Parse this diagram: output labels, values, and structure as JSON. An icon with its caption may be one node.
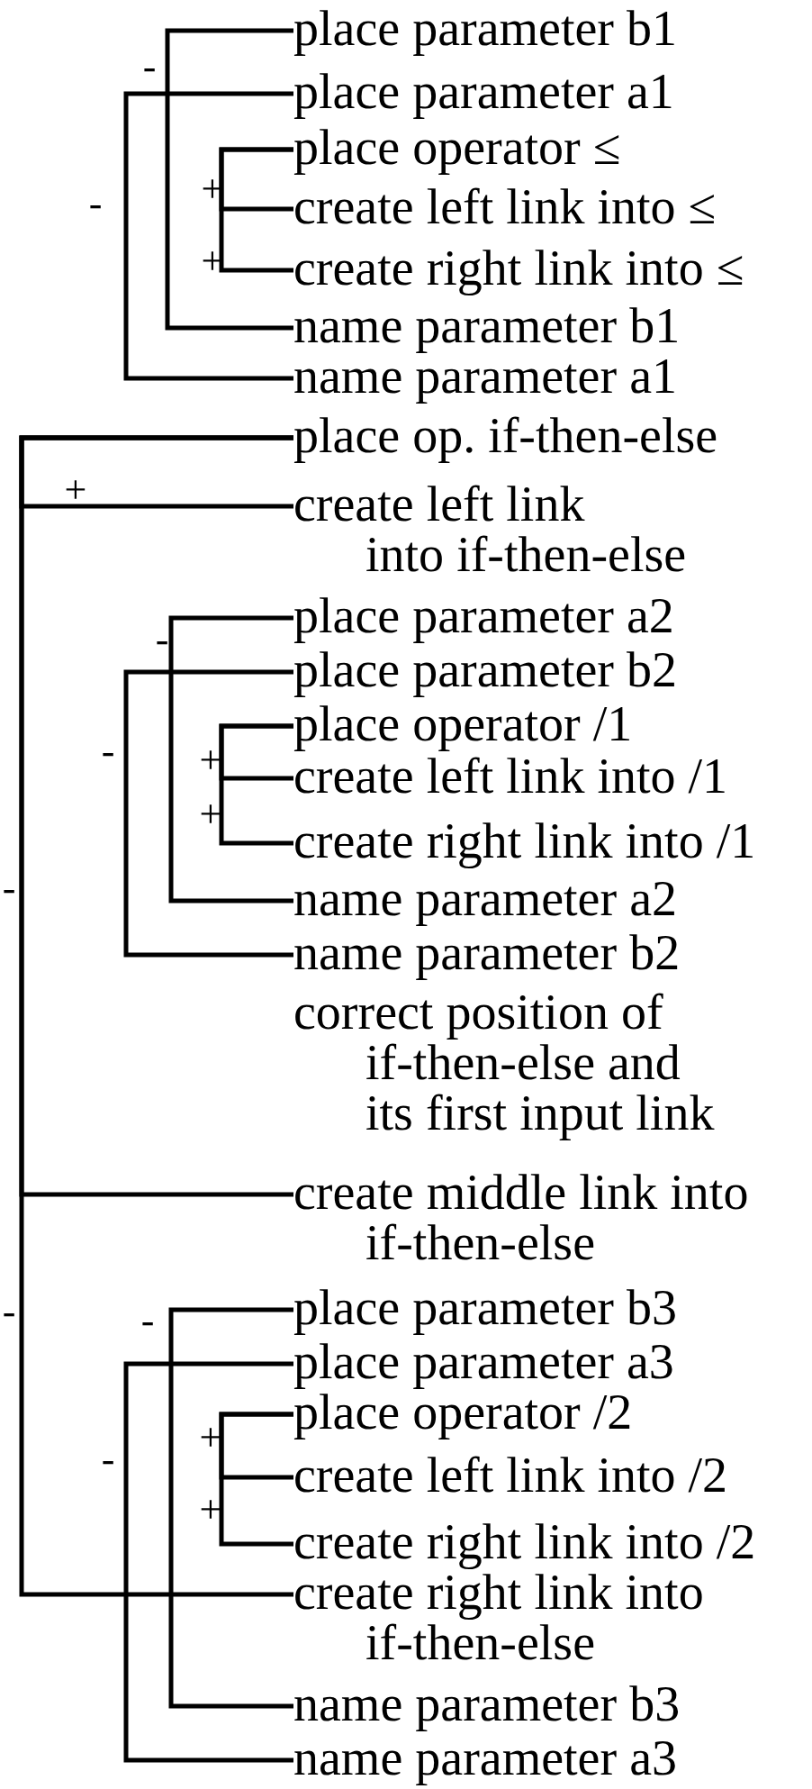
{
  "diagram": {
    "nodes": [
      {
        "text": [
          "place parameter b1"
        ]
      },
      {
        "text": [
          "place parameter a1"
        ]
      },
      {
        "text": [
          "place operator ≤"
        ]
      },
      {
        "text": [
          "create left link into ≤"
        ]
      },
      {
        "text": [
          "create right link into ≤"
        ]
      },
      {
        "text": [
          "name parameter b1"
        ]
      },
      {
        "text": [
          "name parameter a1"
        ]
      },
      {
        "text": [
          "place op. if-then-else"
        ]
      },
      {
        "text": [
          "create left link into if-then-else"
        ]
      },
      {
        "text": [
          "place parameter a2"
        ]
      },
      {
        "text": [
          "place parameter b2"
        ]
      },
      {
        "text": [
          "place operator /1"
        ]
      },
      {
        "text": [
          "create left link into /1"
        ]
      },
      {
        "text": [
          "create right link into /1"
        ]
      },
      {
        "text": [
          "name parameter a2"
        ]
      },
      {
        "text": [
          "name parameter b2"
        ]
      },
      {
        "text": [
          "correct position of if-then-else and its first input link"
        ]
      },
      {
        "text": [
          "create middle link into if-then-else"
        ]
      },
      {
        "text": [
          "place parameter b3"
        ]
      },
      {
        "text": [
          "place parameter a3"
        ]
      },
      {
        "text": [
          "place operator /2"
        ]
      },
      {
        "text": [
          "create left link into /2"
        ]
      },
      {
        "text": [
          "create right link into /2"
        ]
      },
      {
        "text": [
          "create right link into if-then-else"
        ]
      },
      {
        "text": [
          "name parameter b3"
        ]
      },
      {
        "text": [
          "name parameter a3"
        ]
      }
    ],
    "edges": [
      {
        "from": 0,
        "to": 5,
        "arrow": "none"
      },
      {
        "from": 1,
        "to": 6,
        "arrow": "none"
      },
      {
        "from": 2,
        "to": 3,
        "arrow": "none"
      },
      {
        "from": 2,
        "to": 4,
        "arrow": "none"
      },
      {
        "from": 7,
        "to": 8,
        "arrow": "none"
      },
      {
        "from": 7,
        "to": 17,
        "arrow": "none"
      },
      {
        "from": 7,
        "to": 23,
        "arrow": "none"
      },
      {
        "from": 9,
        "to": 14,
        "arrow": "none"
      },
      {
        "from": 10,
        "to": 15,
        "arrow": "none"
      },
      {
        "from": 11,
        "to": 12,
        "arrow": "none"
      },
      {
        "from": 11,
        "to": 13,
        "arrow": "none"
      },
      {
        "from": 18,
        "to": 24,
        "arrow": "none"
      },
      {
        "from": 19,
        "to": 25,
        "arrow": "none"
      },
      {
        "from": 20,
        "to": 21,
        "arrow": "none"
      },
      {
        "from": 20,
        "to": 22,
        "arrow": "none"
      }
    ],
    "labels": [
      "-",
      "+",
      "-",
      "+",
      "+",
      "-",
      "-",
      "+",
      "+",
      "-",
      "-",
      "-",
      "+",
      "-",
      "+"
    ]
  }
}
